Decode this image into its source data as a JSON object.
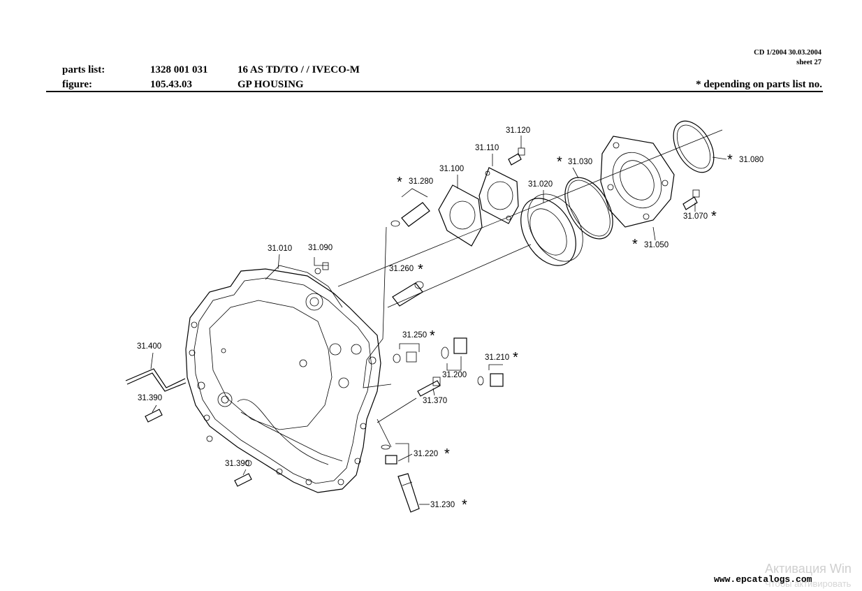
{
  "header": {
    "cd_line": "CD 1/2004 30.03.2004",
    "sheet": "sheet 27",
    "parts_list_label": "parts list:",
    "parts_list_number": "1328 001 031",
    "parts_list_desc": "16 AS TD/TO /  / IVECO-M",
    "figure_label": "figure:",
    "figure_number": "105.43.03",
    "figure_desc": "GP HOUSING",
    "note": "*  depending on parts list no."
  },
  "callouts": {
    "p31120": "31.120",
    "p31110": "31.110",
    "p31100": "31.100",
    "p31280": "31.280",
    "p31020": "31.020",
    "p31030": "31.030",
    "p31080": "31.080",
    "p31070": "31.070",
    "p31050": "31.050",
    "p31010": "31.010",
    "p31090": "31.090",
    "p31260": "31.260",
    "p31250": "31.250",
    "p31200": "31.200",
    "p31210": "31.210",
    "p31400": "31.400",
    "p31390a": "31.390",
    "p31370": "31.370",
    "p31390b": "31.390",
    "p31220": "31.220",
    "p31230": "31.230"
  },
  "asterisk": "*",
  "footer": {
    "url": "www.epcatalogs.com",
    "watermark_line1": "Активация Win",
    "watermark_line2": "Чтобы активировать"
  }
}
